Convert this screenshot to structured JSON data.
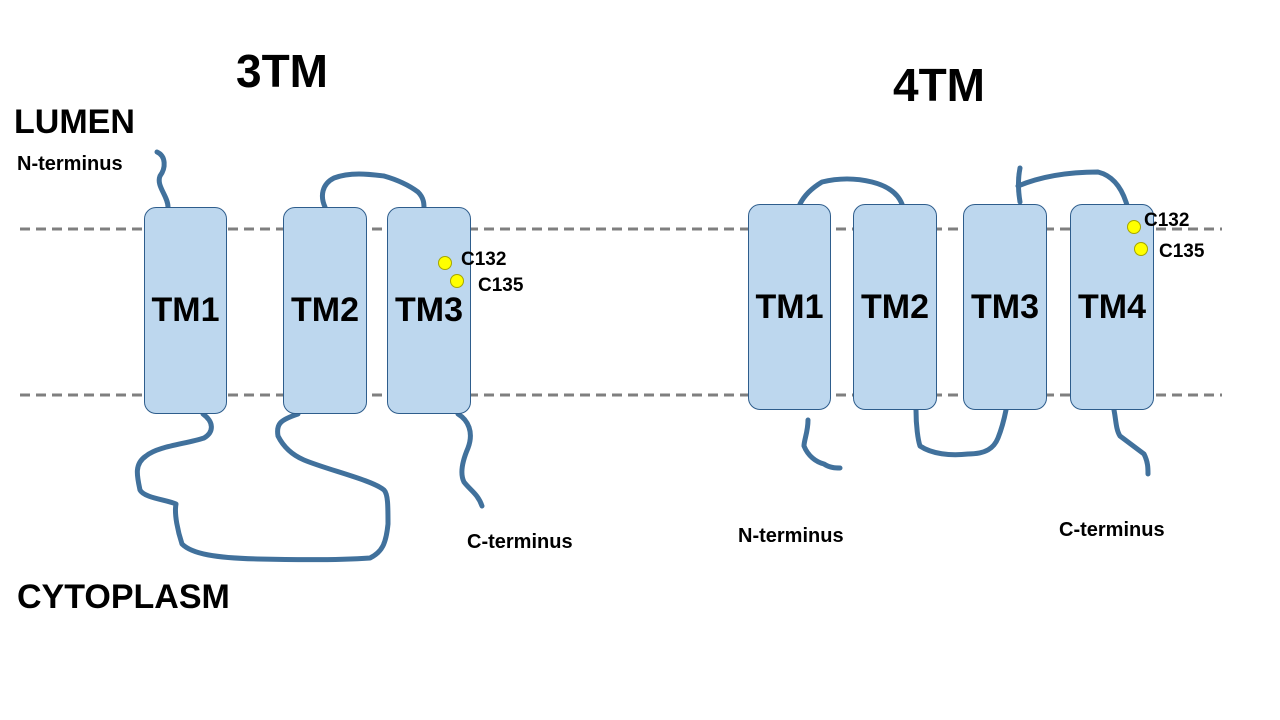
{
  "colors": {
    "helix_fill": "#bdd7ee",
    "helix_border": "#2e5d8c",
    "loop": "#41719c",
    "membrane_line": "#7f7f7f",
    "cysteine": "#ffff00"
  },
  "labels": {
    "lumen": "LUMEN",
    "cytoplasm": "CYTOPLASM"
  },
  "models": [
    {
      "title": "3TM",
      "n_terminus": "N-terminus",
      "c_terminus": "C-terminus",
      "helices": [
        "TM1",
        "TM2",
        "TM3"
      ],
      "sites": [
        "C132",
        "C135"
      ]
    },
    {
      "title": "4TM",
      "n_terminus": "N-terminus",
      "c_terminus": "C-terminus",
      "helices": [
        "TM1",
        "TM2",
        "TM3",
        "TM4"
      ],
      "sites": [
        "C132",
        "C135"
      ]
    }
  ]
}
